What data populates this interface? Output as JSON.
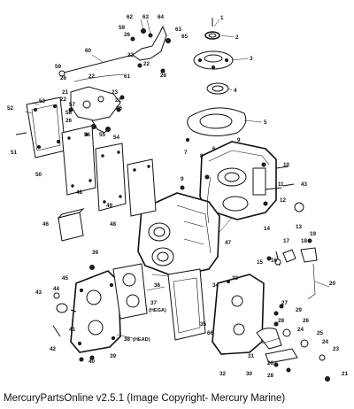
{
  "caption": "MercuryPartsOnline v2.5.1 (Image Copyright- Mercury Marine)",
  "callouts": {
    "c1": "1",
    "c2": "2",
    "c3": "3",
    "c4": "4",
    "c5": "5",
    "c6": "6",
    "c7": "7",
    "c8": "8",
    "c9": "9",
    "c9b": "9",
    "c10": "10",
    "c11": "11",
    "c12": "12",
    "c13": "13",
    "c14": "14",
    "c15": "15",
    "c16": "16",
    "c17": "17",
    "c18": "18",
    "c19": "19",
    "c20": "20",
    "c21": "21",
    "c21b": "21",
    "c22a": "22",
    "c22b": "22",
    "c22c": "22",
    "c22d": "22",
    "c23": "23",
    "c24": "24",
    "c24b": "24",
    "c25": "25",
    "c26a": "26",
    "c26b": "26",
    "c26c": "26",
    "c26d": "26",
    "c27": "27",
    "c28": "28",
    "c28b": "28",
    "c29": "29",
    "c30": "30",
    "c31": "31",
    "c32": "32",
    "c33": "33",
    "c34": "34",
    "c35": "35",
    "c36": "36",
    "c37": "37",
    "c37sub": "(HEGA)",
    "c38": "38",
    "c38sub": "(HEAD)",
    "c39a": "39",
    "c39b": "39",
    "c40": "40",
    "c41": "41",
    "c42": "42",
    "c43": "43",
    "c43b": "43",
    "c44": "44",
    "c45": "45",
    "c46": "46",
    "c47": "47",
    "c48": "48",
    "c49": "49",
    "c50": "50",
    "c51": "51",
    "c52": "52",
    "c53": "53",
    "c54": "54",
    "c55": "55",
    "c56": "56",
    "c57": "57",
    "c58": "58",
    "c59": "59",
    "c59b": "59",
    "c60": "60",
    "c61": "61",
    "c62": "62",
    "c63": "63",
    "c63b": "63",
    "c64": "64",
    "c65": "65",
    "c66": "66"
  }
}
